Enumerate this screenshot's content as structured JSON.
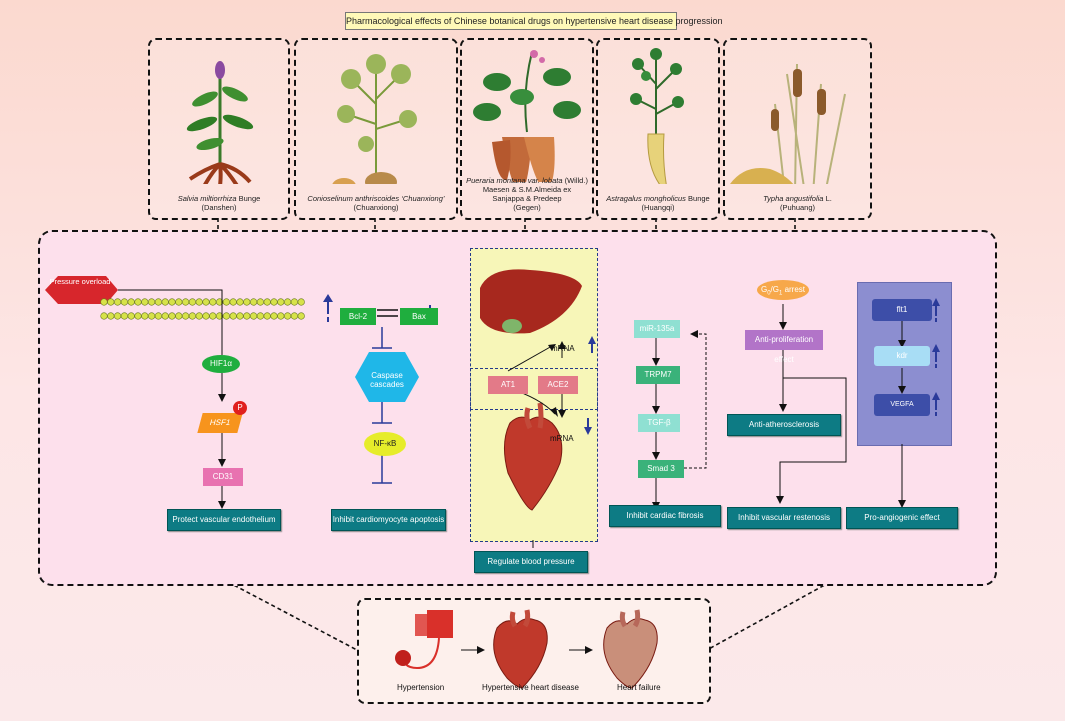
{
  "title": "Pharmacological effects of Chinese botanical drugs on hypertensive heart disease progression",
  "plants": [
    {
      "latin": "Salvia miltiorrhiza",
      "author": "Bunge",
      "common": "(Danshen)"
    },
    {
      "latin": "Conioselinum anthriscoides ‘Chuanxiong’",
      "author": "",
      "common": "(Chuanxiong)"
    },
    {
      "latin": "Pueraria montana var. lobata",
      "author": "(Willd.) Maesen & S.M.Almeida ex Sanjappa & Predeep",
      "common": "(Gegen)"
    },
    {
      "latin": "Astragalus mongholicus",
      "author": "Bunge",
      "common": "(Huangqi)"
    },
    {
      "latin": "Typha angustifolia",
      "author": "L.",
      "common": "(Puhuang)"
    }
  ],
  "col1": {
    "pressure": "Pressure overload",
    "hif": "HIF1α",
    "hsf": "HSF1",
    "p": "P",
    "cd31": "CD31",
    "effect": "Protect vascular endothelium"
  },
  "col2": {
    "bcl": "Bcl-2",
    "bax": "Bax",
    "caspase": "Caspase cascades",
    "nfkb": "NF-κB",
    "effect": "Inhibit cardiomyocyte apoptosis"
  },
  "col3": {
    "mrna_up": "mRNA",
    "mrna_down": "mRNA",
    "at1": "AT1",
    "ace2": "ACE2",
    "effect": "Regulate blood pressure"
  },
  "col4": {
    "mir": "miR-135a",
    "trpm": "TRPM7",
    "tgf": "TGF-β",
    "smad": "Smad 3",
    "effect": "Inhibit cardiac fibrosis"
  },
  "col5": {
    "arrest_main": "G",
    "arrest_sub1": "0",
    "arrest_mid": "/G",
    "arrest_sub2": "1",
    "arrest_tail": " arrest",
    "antiprolif": "Anti-proliferation effect",
    "athero": "Anti-atherosclerosis",
    "effect": "Inhibit vascular restenosis"
  },
  "col6": {
    "flt1": "flt1",
    "kdr": "kdr",
    "vegfa": "VEGFA",
    "effect": "Pro-angiogenic effect"
  },
  "bottom": {
    "s1": "Hypertension",
    "s2": "Hypertensive heart disease",
    "s3": "Heart failure"
  },
  "colors": {
    "teal": "#0d7b84",
    "green": "#1fae3e",
    "pink": "#e872b0",
    "orange": "#f7941d",
    "cyan": "#1fb7e8",
    "yellow": "#e6ec2a",
    "lightyellow": "#f7f6b8",
    "violet": "#8c8ed0"
  }
}
